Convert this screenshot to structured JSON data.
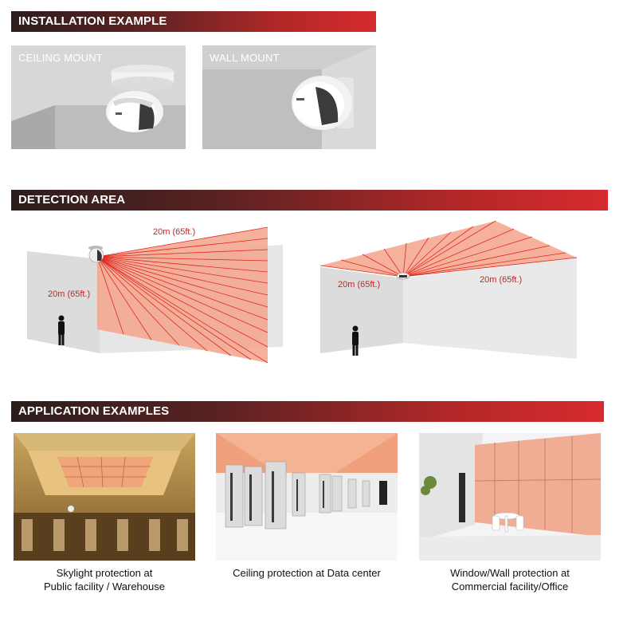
{
  "installation": {
    "title": "INSTALLATION EXAMPLE",
    "panels": [
      {
        "label": "CEILING MOUNT"
      },
      {
        "label": "WALL MOUNT"
      }
    ]
  },
  "detection": {
    "title": "DETECTION AREA",
    "left": {
      "range_top": "20m (65ft.)",
      "range_side": "20m (65ft.)"
    },
    "right": {
      "range_left": "20m (65ft.)",
      "range_right": "20m (65ft.)"
    }
  },
  "applications": {
    "title": "APPLICATION EXAMPLES",
    "items": [
      {
        "caption_line1": "Skylight protection at",
        "caption_line2": "Public facility / Warehouse"
      },
      {
        "caption_line1": "Ceiling protection at Data center",
        "caption_line2": ""
      },
      {
        "caption_line1": "Window/Wall protection at",
        "caption_line2": "Commercial facility/Office"
      }
    ]
  },
  "colors": {
    "accent": "#d62a2f",
    "dark": "#2b1d1d",
    "zone": "#f5a38c",
    "beam": "#e0281f"
  }
}
